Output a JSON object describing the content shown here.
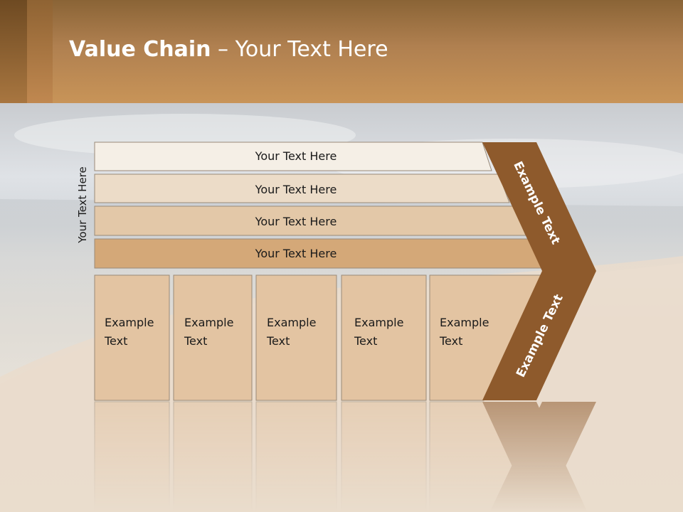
{
  "slide": {
    "title_bold": "Value Chain",
    "title_rest": " – Your Text Here",
    "vertical_label": "Your Text Here"
  },
  "rows": [
    {
      "label": "Your Text Here",
      "fill": "#f5efe6"
    },
    {
      "label": "Your Text Here",
      "fill": "#ecdcc8"
    },
    {
      "label": "Your Text Here",
      "fill": "#e3c8a8"
    },
    {
      "label": "Your Text Here",
      "fill": "#d4a878"
    }
  ],
  "columns": [
    {
      "line1": "Example",
      "line2": "Text"
    },
    {
      "line1": "Example",
      "line2": "Text"
    },
    {
      "line1": "Example",
      "line2": "Text"
    },
    {
      "line1": "Example",
      "line2": "Text"
    },
    {
      "line1": "Example",
      "line2": "Text"
    }
  ],
  "chevron": {
    "upper_label": "Example Text",
    "lower_label": "Example Text",
    "fill": "#8e5a2c"
  },
  "colors": {
    "column_fill": "#e3c4a2",
    "text": "#1a1a1a"
  }
}
